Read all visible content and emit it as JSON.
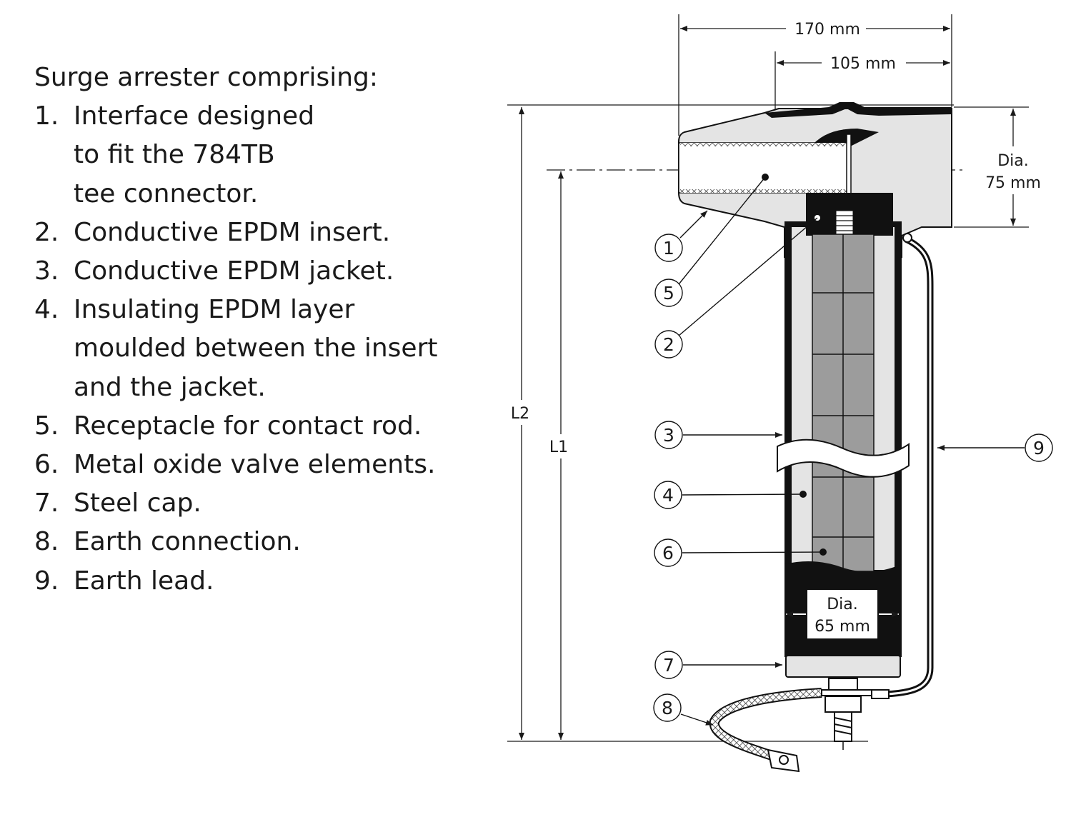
{
  "legend": {
    "title": "Surge arrester comprising:",
    "items": [
      {
        "num": "1.",
        "lines": [
          "Interface designed",
          "to fit the 784TB",
          "tee connector."
        ]
      },
      {
        "num": "2.",
        "lines": [
          "Conductive EPDM insert."
        ]
      },
      {
        "num": "3.",
        "lines": [
          "Conductive EPDM jacket."
        ]
      },
      {
        "num": "4.",
        "lines": [
          "Insulating EPDM layer",
          "moulded between the insert",
          "and the jacket."
        ]
      },
      {
        "num": "5.",
        "lines": [
          "Receptacle for contact rod."
        ]
      },
      {
        "num": "6.",
        "lines": [
          "Metal oxide valve elements."
        ]
      },
      {
        "num": "7.",
        "lines": [
          "Steel cap."
        ]
      },
      {
        "num": "8.",
        "lines": [
          "Earth connection."
        ]
      },
      {
        "num": "9.",
        "lines": [
          "Earth lead."
        ]
      }
    ]
  },
  "dimensions": {
    "width_total": "170 mm",
    "width_interface": "105 mm",
    "dia_top_label": "Dia.",
    "dia_top_value": "75 mm",
    "dia_body_label": "Dia.",
    "dia_body_value": "65 mm",
    "l1": "L1",
    "l2": "L2"
  },
  "callouts": [
    "1",
    "5",
    "2",
    "3",
    "4",
    "6",
    "7",
    "8",
    "9"
  ]
}
